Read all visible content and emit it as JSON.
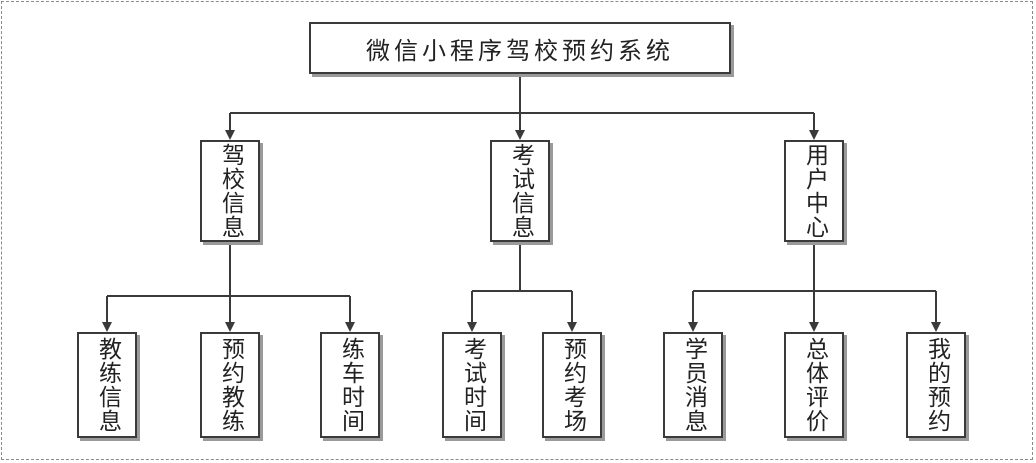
{
  "diagram": {
    "root": {
      "label": "微信小程序驾校预约系统"
    },
    "branches": [
      {
        "label": "驾校信息",
        "children": [
          "教练信息",
          "预约教练",
          "练车时间"
        ]
      },
      {
        "label": "考试信息",
        "children": [
          "考试时间",
          "预约考场"
        ]
      },
      {
        "label": "用户中心",
        "children": [
          "学员消息",
          "总体评价",
          "我的预约"
        ]
      }
    ]
  },
  "colors": {
    "line": "#3a3a3a",
    "frame": "#8a8a8a",
    "shadow": "#9a9a9a"
  }
}
